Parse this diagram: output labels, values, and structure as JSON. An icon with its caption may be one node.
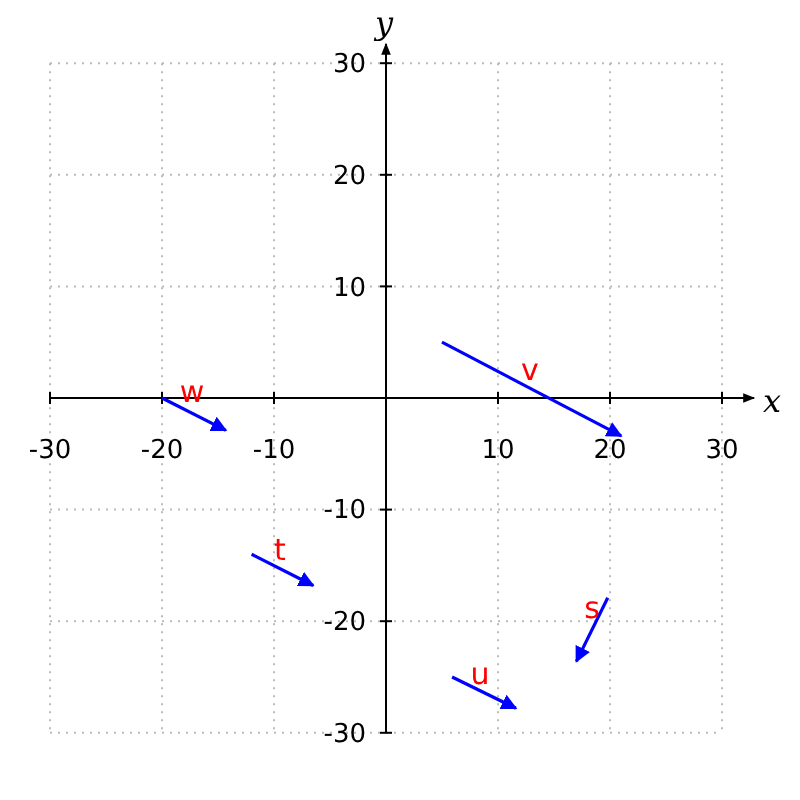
{
  "diagram": {
    "labels": [
      "y",
      "30",
      "20",
      "10",
      "v",
      "w",
      "x",
      "-30",
      "-20",
      "-10",
      "10",
      "20",
      "30",
      "-10",
      "t",
      "s",
      "-20",
      "u",
      "-30"
    ]
  }
}
